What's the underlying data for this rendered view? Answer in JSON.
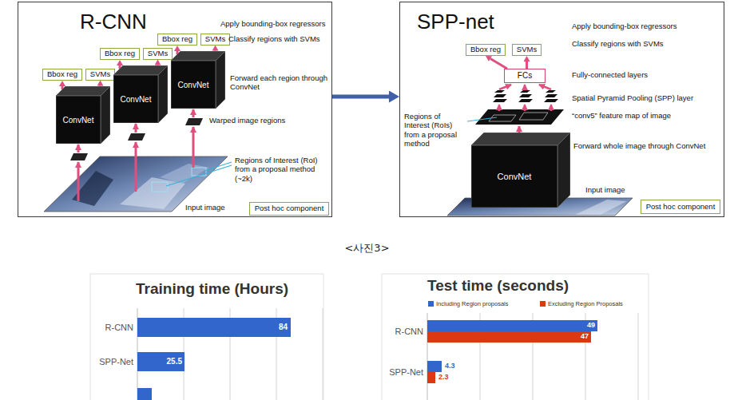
{
  "diagram": {
    "caption": "<사진3>",
    "nodes": [
      {
        "text": [
          "R-CNN"
        ]
      },
      {
        "text": [
          "Bbox reg"
        ],
        "in": 0
      },
      {
        "text": [
          "SVMs"
        ],
        "in": 0
      },
      {
        "text": [
          "Bbox reg"
        ],
        "in": 0
      },
      {
        "text": [
          "SVMs"
        ],
        "in": 0
      },
      {
        "text": [
          "Bbox reg"
        ],
        "in": 0
      },
      {
        "text": [
          "SVMs"
        ],
        "in": 0
      },
      {
        "text": [
          "ConvNet"
        ],
        "in": 0
      },
      {
        "text": [
          "ConvNet"
        ],
        "in": 0
      },
      {
        "text": [
          "ConvNet"
        ],
        "in": 0
      },
      {
        "text": [
          "Post hoc component"
        ],
        "in": 0
      },
      {
        "text": [
          "SPP-net"
        ]
      },
      {
        "text": [
          "Bbox reg"
        ],
        "in": 11
      },
      {
        "text": [
          "SVMs"
        ],
        "in": 11
      },
      {
        "text": [
          "FCs"
        ],
        "in": 11
      },
      {
        "text": [
          "ConvNet"
        ],
        "in": 11
      },
      {
        "text": [
          "Post hoc component"
        ],
        "in": 11
      }
    ],
    "edges": [
      {
        "from": 0,
        "to": 11,
        "arrow": "to"
      },
      {
        "from": 7,
        "to": 1,
        "arrow": "to"
      },
      {
        "from": 7,
        "to": 2,
        "arrow": "to"
      },
      {
        "from": 8,
        "to": 3,
        "arrow": "to"
      },
      {
        "from": 8,
        "to": 4,
        "arrow": "to"
      },
      {
        "from": 9,
        "to": 5,
        "arrow": "to"
      },
      {
        "from": 9,
        "to": 6,
        "arrow": "to"
      },
      {
        "from": 14,
        "to": 12,
        "arrow": "to"
      },
      {
        "from": 14,
        "to": 13,
        "arrow": "to"
      }
    ],
    "labels": [
      "Apply bounding-box regressors",
      "Classify regions with SVMs",
      "Forward each region through ConvNet",
      "Warped image regions",
      "Regions of Interest (RoI) from a proposal method (~2k)",
      "Input image",
      "Apply bounding-box regressors",
      "Classify regions with SVMs",
      "Fully-connected layers",
      "Spatial Pyramid Pooling (SPP) layer",
      "“conv5” feature map of image",
      "Regions of Interest (RoIs) from a proposal method",
      "Forward whole image through ConvNet",
      "Input image",
      "Training time (Hours)",
      "R-CNN",
      "84",
      "SPP-Net",
      "25.5",
      "Test time (seconds)",
      "R-CNN",
      "49",
      "47",
      "SPP-Net",
      "4.3",
      "2.3"
    ],
    "legend": [
      {
        "text": "Including Region proposals",
        "color": "#3366cc"
      },
      {
        "text": "Excluding Region Proposals",
        "color": "#dc3912"
      }
    ]
  }
}
